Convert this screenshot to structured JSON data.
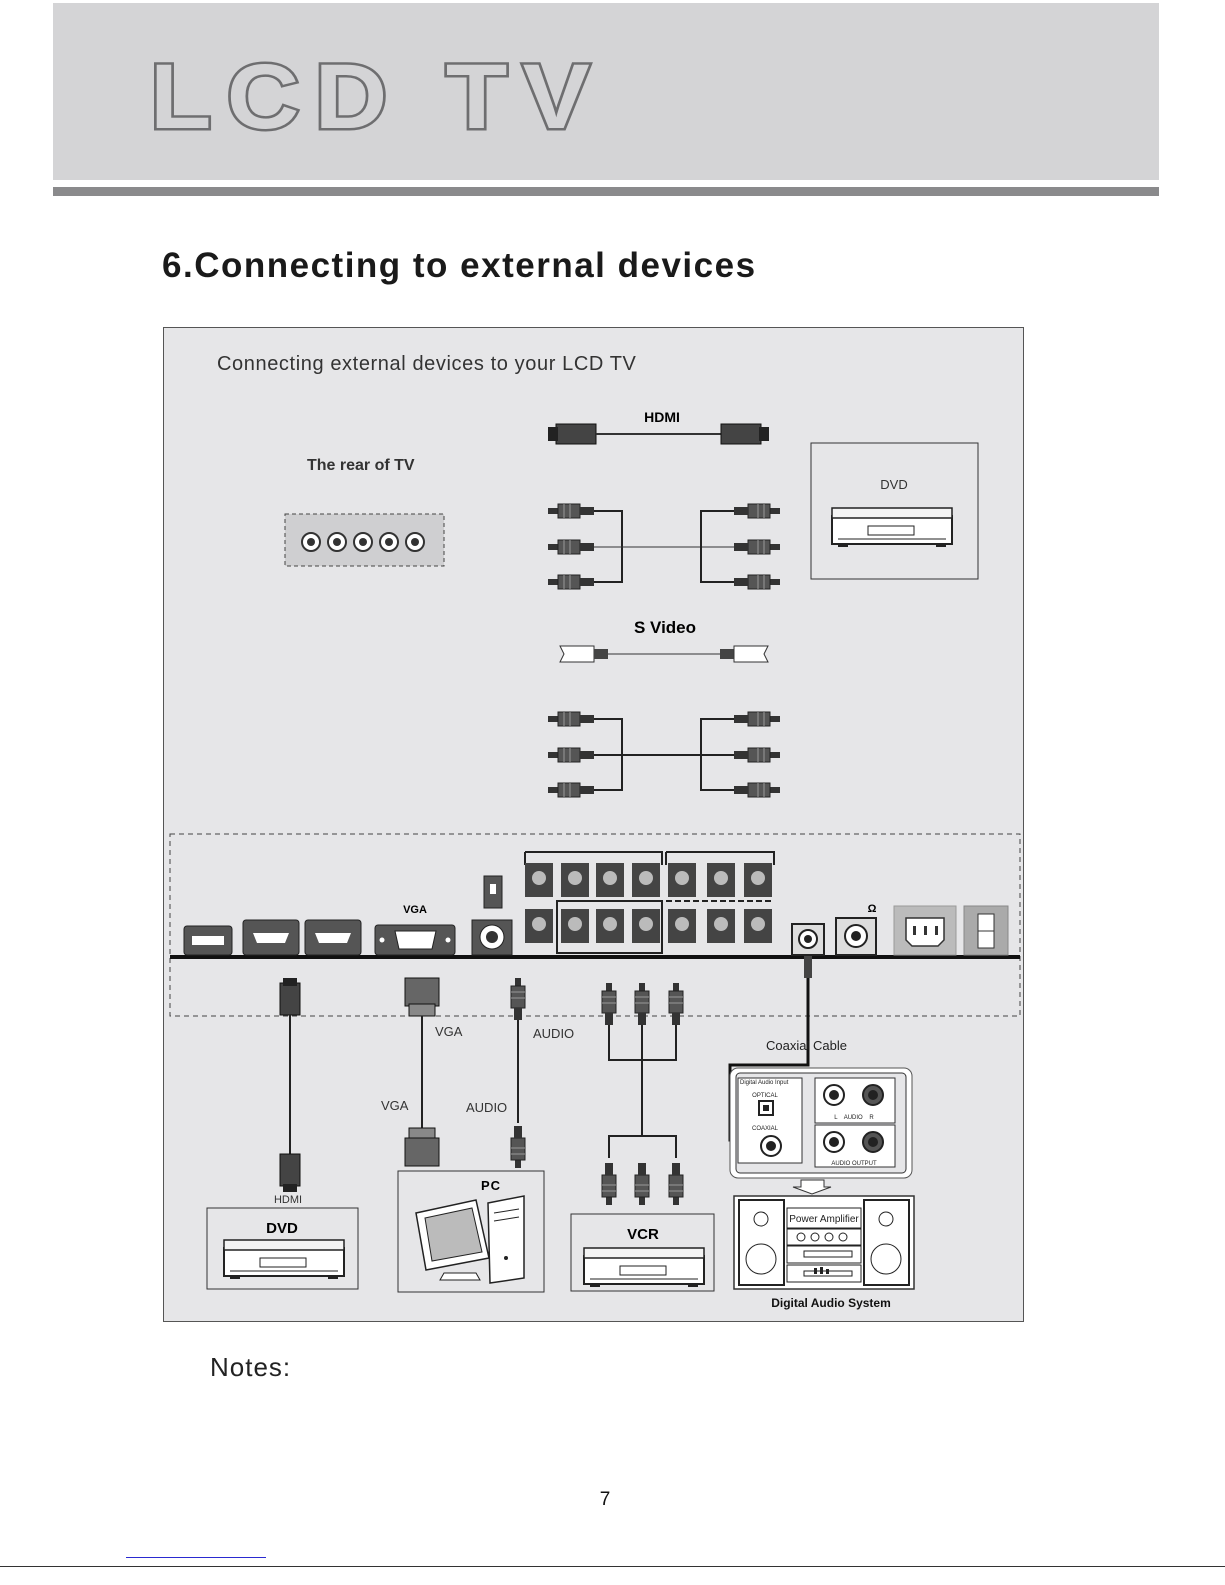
{
  "header": {
    "title": "LCD TV"
  },
  "section_heading": "6.Connecting to external devices",
  "diagram": {
    "intro": "Connecting external devices to your LCD TV",
    "rear_of_tv_label": "The rear of TV",
    "hdmi_cable_label": "HDMI",
    "svideo_cable_label": "S Video",
    "dvd_top_label": "DVD",
    "vga_port_label": "VGA",
    "headphone_symbol": "Ω",
    "vga_cable_label_upper": "VGA",
    "vga_cable_label_lower": "VGA",
    "audio_cable_label_upper": "AUDIO",
    "audio_cable_label_lower": "AUDIO",
    "hdmi_cable_label_lower": "HDMI",
    "coaxial_cable_label": "Coaxial Cable",
    "dvd_device_label": "DVD",
    "pc_device_label": "PC",
    "vcr_device_label": "VCR",
    "audio_panel": {
      "digital_audio_input": "Digital Audio Input",
      "optical": "OPTICAL",
      "coaxial": "COAXIAL",
      "lr_label": "L    AUDIO    R",
      "audio_output": "AUDIO OUTPUT"
    },
    "power_amplifier_label": "Power Amplifier",
    "digital_audio_system_label": "Digital Audio System"
  },
  "notes_label": "Notes:",
  "page_number": "7"
}
